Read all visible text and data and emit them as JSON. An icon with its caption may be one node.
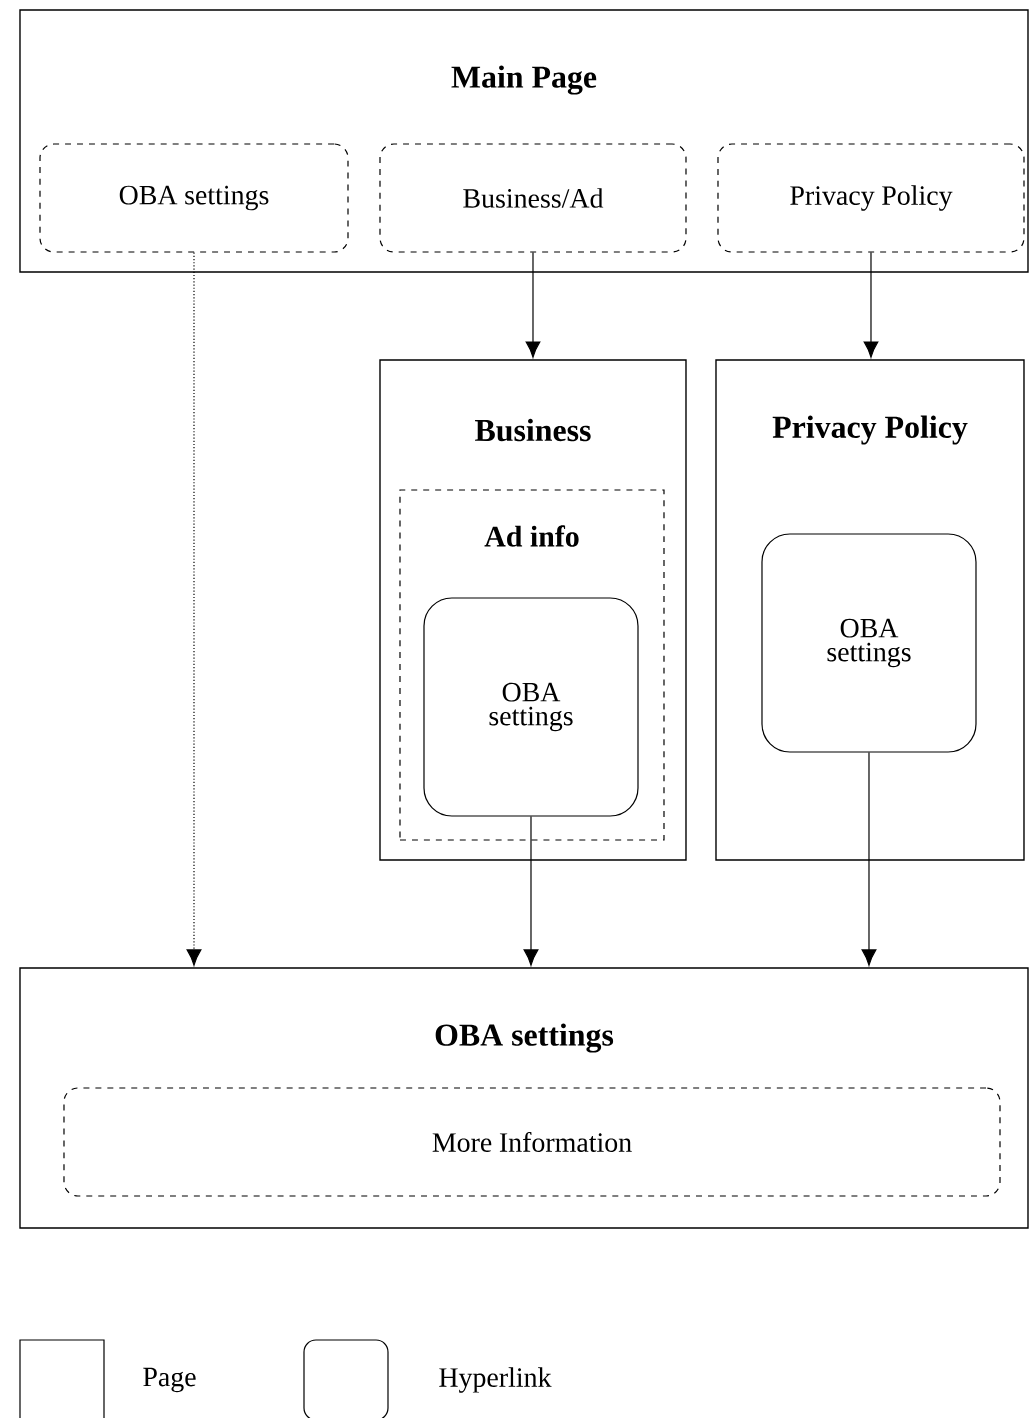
{
  "diagram": {
    "nodes": [
      {
        "text": [
          "Main Page"
        ]
      },
      {
        "text": [
          "OBA settings"
        ],
        "in": 0
      },
      {
        "text": [
          "Business/Ad"
        ],
        "in": 0
      },
      {
        "text": [
          "Privacy Policy"
        ],
        "in": 0
      },
      {
        "text": [
          "Business"
        ]
      },
      {
        "text": [
          "Ad info"
        ],
        "in": 4
      },
      {
        "text": [
          "OBA settings"
        ],
        "in": 5
      },
      {
        "text": [
          "Privacy Policy"
        ]
      },
      {
        "text": [
          "OBA settings"
        ],
        "in": 7
      },
      {
        "text": [
          "OBA settings"
        ]
      },
      {
        "text": [
          "More Information"
        ],
        "in": 9
      }
    ],
    "edges": [
      {
        "from": 1,
        "to": 9,
        "arrow": "to",
        "style": "dashed"
      },
      {
        "from": 2,
        "to": 4,
        "arrow": "to"
      },
      {
        "from": 3,
        "to": 7,
        "arrow": "to"
      },
      {
        "from": 6,
        "to": 9,
        "arrow": "to"
      },
      {
        "from": 8,
        "to": 9,
        "arrow": "to"
      }
    ],
    "legend": [
      {
        "text": "Page"
      },
      {
        "text": "Hyperlink"
      }
    ]
  }
}
